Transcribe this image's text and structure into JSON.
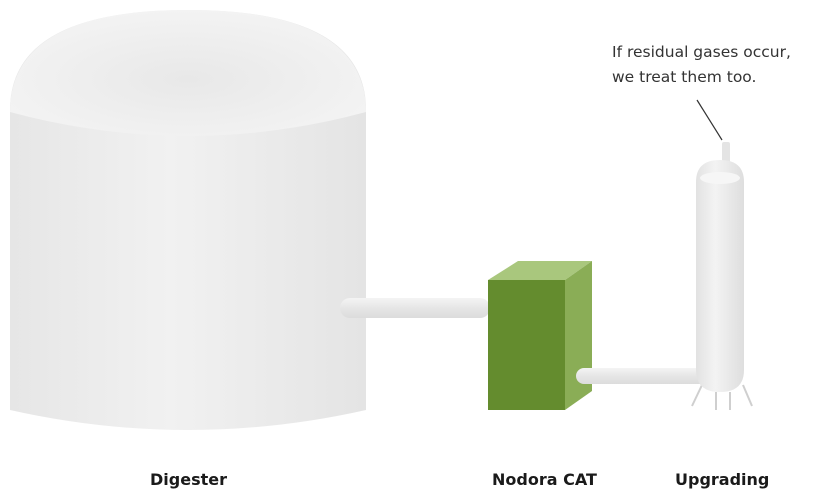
{
  "annotation": {
    "line1": "If residual gases occur,",
    "line2": "we treat them too."
  },
  "labels": {
    "digester": "Digester",
    "nodora_cat": "Nodora CAT",
    "upgrading": "Upgrading"
  },
  "colors": {
    "tank": "#eeeeee",
    "cat_front": "#648c2e",
    "cat_side": "#8aad56",
    "cat_top": "#a9c77d",
    "pipe": "#e8e8e8"
  }
}
